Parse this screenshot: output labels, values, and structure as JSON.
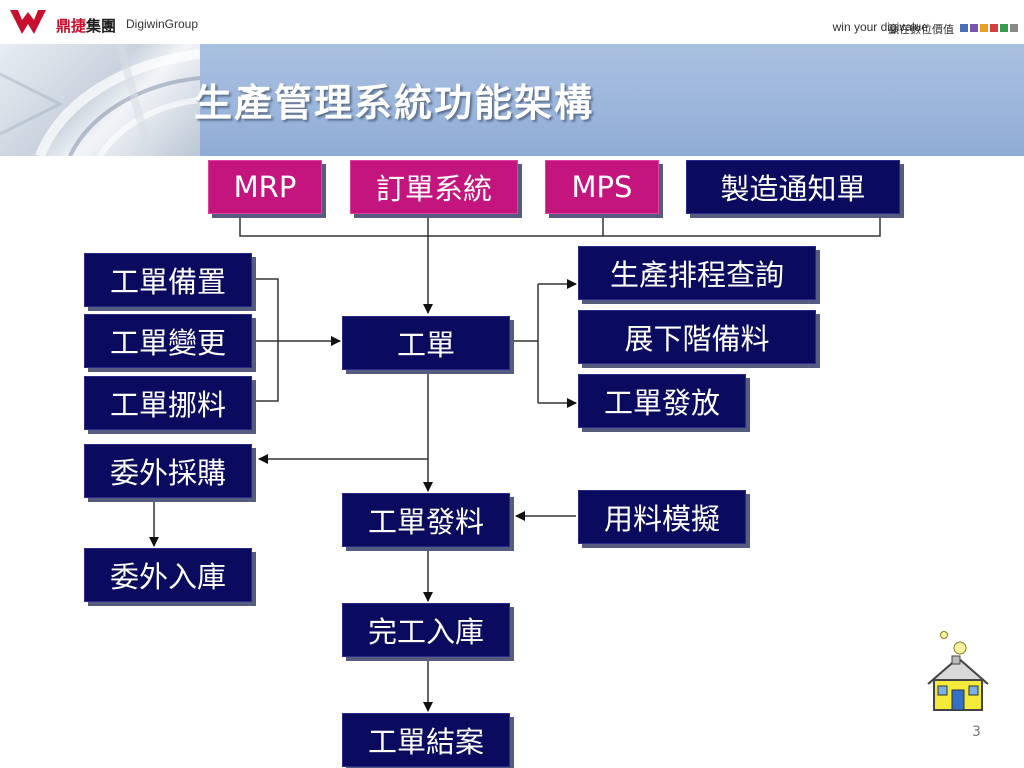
{
  "header": {
    "brand_cn_red": "鼎",
    "brand_cn_red2": "捷",
    "brand_cn": "集團",
    "brand_en": "DigiwinGroup",
    "slogan_en": "win your digivalue",
    "slogan_cn": "贏在數位價值",
    "squares": [
      "#4a6fb5",
      "#7a55b0",
      "#e8a020",
      "#d04040",
      "#3a9a50",
      "#8a8a8a"
    ]
  },
  "slide": {
    "title": "生產管理系統功能架構",
    "page_number": "3"
  },
  "boxes": {
    "mrp": "MRP",
    "order_system": "訂單系統",
    "mps": "MPS",
    "mfg_notice": "製造通知單",
    "wo_preparation": "工單備置",
    "wo_change": "工單變更",
    "wo_transfer": "工單挪料",
    "work_order": "工單",
    "schedule_query": "生產排程查詢",
    "bom_explosion": "展下階備料",
    "wo_release": "工單發放",
    "outsourcing_purchase": "委外採購",
    "outsourcing_receipt": "委外入庫",
    "wo_issue": "工單發料",
    "material_simulation": "用料模擬",
    "completion_receipt": "完工入庫",
    "wo_close": "工單結案"
  },
  "colors": {
    "navy_box": "#0a0a5e",
    "magenta_box": "#c4147e",
    "banner": "#9bb5db",
    "title_text": "#ffffff"
  }
}
